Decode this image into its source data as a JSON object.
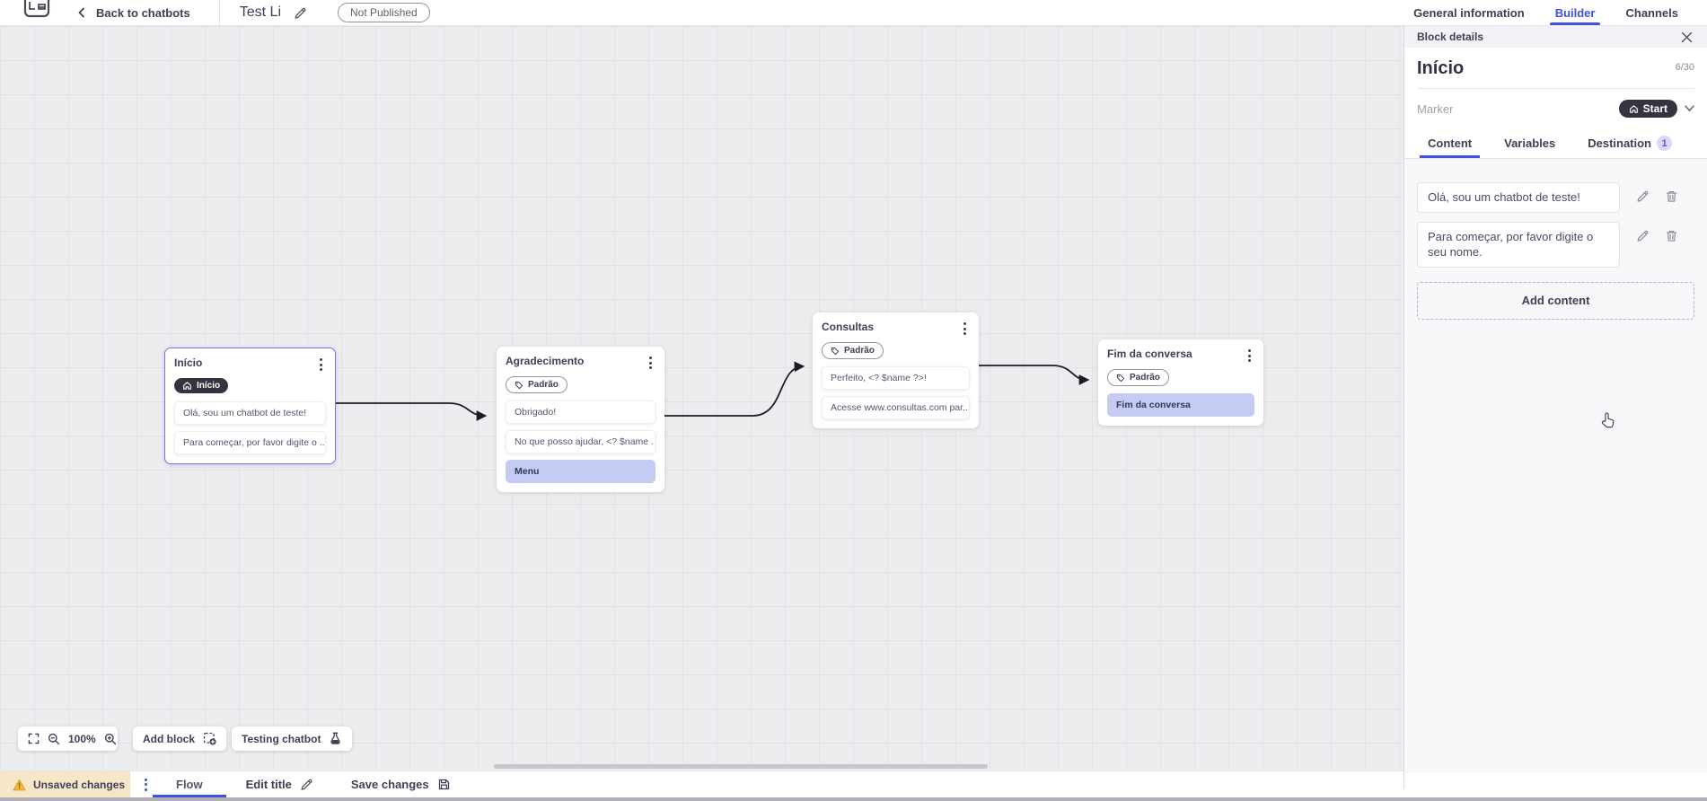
{
  "topbar": {
    "back_label": "Back to chatbots",
    "title": "Test Li",
    "status_badge": "Not Published",
    "tabs": [
      {
        "label": "General information"
      },
      {
        "label": "Builder"
      },
      {
        "label": "Channels"
      }
    ]
  },
  "panel": {
    "header": "Block details",
    "block_title": "Início",
    "char_counter": "6/30",
    "marker_label": "Marker",
    "marker_value": "Start",
    "tabs": [
      {
        "label": "Content"
      },
      {
        "label": "Variables"
      },
      {
        "label": "Destination",
        "badge": "1"
      }
    ],
    "messages": [
      {
        "text": "Olá, sou um chatbot de teste!"
      },
      {
        "text": "Para começar, por favor digite o seu nome."
      }
    ],
    "add_content_label": "Add content"
  },
  "canvas": {
    "nodes": [
      {
        "title": "Início",
        "badge": "Início",
        "items": [
          {
            "text": "Olá, sou um chatbot de teste!"
          },
          {
            "text": "Para começar, por favor digite o ..."
          }
        ]
      },
      {
        "title": "Agradecimento",
        "badge": "Padrão",
        "items": [
          {
            "text": "Obrigado!"
          },
          {
            "text": "No que posso ajudar, <? $name ..."
          },
          {
            "text": "Menu"
          }
        ]
      },
      {
        "title": "Consultas",
        "badge": "Padrão",
        "items": [
          {
            "text": "Perfeito, <? $name ?>!"
          },
          {
            "text": "Acesse www.consultas.com par..."
          }
        ]
      },
      {
        "title": "Fim da conversa",
        "badge": "Padrão",
        "items": [
          {
            "text": "Fim da conversa"
          }
        ]
      }
    ],
    "controls": {
      "zoom_level": "100%",
      "add_block_label": "Add block",
      "testing_label": "Testing chatbot"
    }
  },
  "bottombar": {
    "unsaved_label": "Unsaved changes",
    "flow_label": "Flow",
    "edit_title_label": "Edit title",
    "save_label": "Save changes"
  },
  "colors": {
    "accent": "#3f51e3",
    "dark_pill": "#33343f",
    "item_highlight": "#c5cbf2",
    "selected_node_border": "#7b6ff2",
    "warning": "#f6b73c",
    "canvas_bg": "#edecef"
  }
}
